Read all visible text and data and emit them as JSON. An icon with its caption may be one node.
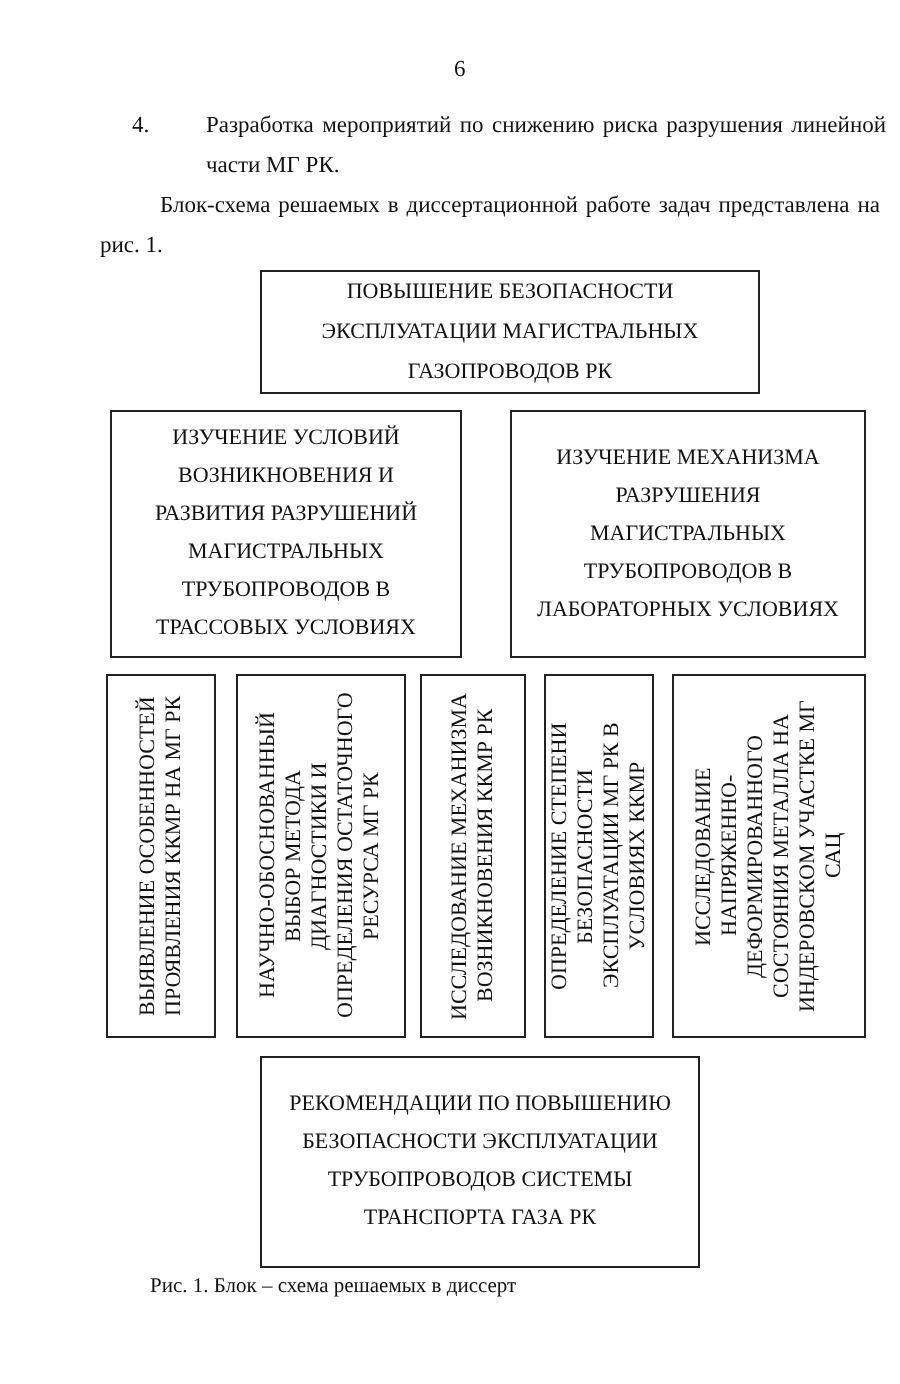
{
  "diagram": {
    "caption": "Рис. 1. Блок – схема решаемых в диссерт",
    "nodes": [
      {
        "text": [
          "ПОВЫШЕНИЕ БЕЗОПАСНОСТИ ЭКСПЛУАТАЦИИ МАГИСТРАЛЬНЫХ ГАЗОПРОВОДОВ РК"
        ]
      },
      {
        "text": [
          "ИЗУЧЕНИЕ УСЛОВИЙ ВОЗНИКНОВЕНИЯ И РАЗВИТИЯ РАЗРУШЕНИЙ МАГИСТРАЛЬНЫХ ТРУБОПРОВОДОВ В ТРАССОВЫХ УСЛОВИЯХ"
        ]
      },
      {
        "text": [
          "ИЗУЧЕНИЕ МЕХАНИЗМА РАЗРУШЕНИЯ МАГИСТРАЛЬНЫХ ТРУБОПРОВОДОВ В ЛАБОРАТОРНЫХ УСЛОВИЯХ"
        ]
      },
      {
        "text": [
          "ВЫЯВЛЕНИЕ ОСОБЕННОСТЕЙ ПРОЯВЛЕНИЯ ККМР НА МГ РК"
        ]
      },
      {
        "text": [
          "НАУЧНО-ОБОСНОВАННЫЙ ВЫБОР МЕТОДА ДИАГНОСТИКИ И ОПРЕДЕЛЕНИЯ ОСТАТОЧНОГО РЕСУРСА МГ РК"
        ]
      },
      {
        "text": [
          "ИССЛЕДОВАНИЕ МЕХАНИЗМА ВОЗНИКНОВЕНИЯ ККМР РК"
        ]
      },
      {
        "text": [
          "ОПРЕДЕЛЕНИЕ СТЕПЕНИ БЕЗОПАСНОСТИ ЭКСПЛУАТАЦИИ МГ РК В УСЛОВИЯХ ККМР"
        ]
      },
      {
        "text": [
          "ИССЛЕДОВАНИЕ НАПРЯЖЕННО-ДЕФОРМИРОВАННОГО СОСТОЯНИЯ МЕТАЛЛА НА ИНДЕРОВСКОМ УЧАСТКЕ МГ САЦ"
        ]
      },
      {
        "text": [
          "РЕКОМЕНДАЦИИ ПО ПОВЫШЕНИЮ БЕЗОПАСНОСТИ ЭКСПЛУАТАЦИИ ТРУБОПРОВОДОВ СИСТЕМЫ ТРАНСПОРТА ГАЗА РК"
        ]
      }
    ],
    "labels": [
      "6",
      "4.",
      "Разработка мероприятий по снижению риска разрушения линейной части МГ РК.",
      "Блок-схема решаемых в диссертационной работе задач представлена на рис. 1."
    ]
  }
}
